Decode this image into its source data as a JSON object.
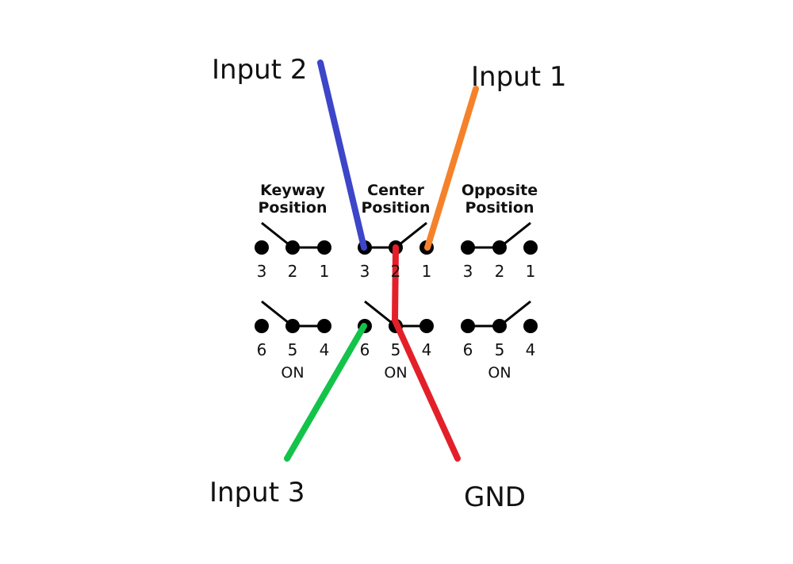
{
  "wires": [
    {
      "label": "Input 2",
      "color": "#3d45c8"
    },
    {
      "label": "Input 1",
      "color": "#f5822a"
    },
    {
      "label": "Input 3",
      "color": "#13c34a"
    },
    {
      "label": "GND",
      "color": "#e32029"
    }
  ],
  "positions": [
    {
      "line1": "Keyway",
      "line2": "Position",
      "top_pins": [
        "3",
        "2",
        "1"
      ],
      "bottom_pins": [
        "6",
        "5",
        "4"
      ],
      "state": "ON"
    },
    {
      "line1": "Center",
      "line2": "Position",
      "top_pins": [
        "3",
        "2",
        "1"
      ],
      "bottom_pins": [
        "6",
        "5",
        "4"
      ],
      "state": "ON"
    },
    {
      "line1": "Opposite",
      "line2": "Position",
      "top_pins": [
        "3",
        "2",
        "1"
      ],
      "bottom_pins": [
        "6",
        "5",
        "4"
      ],
      "state": "ON"
    }
  ],
  "colors": {
    "terminal": "#000000",
    "text": "#111111",
    "background": "#ffffff"
  }
}
